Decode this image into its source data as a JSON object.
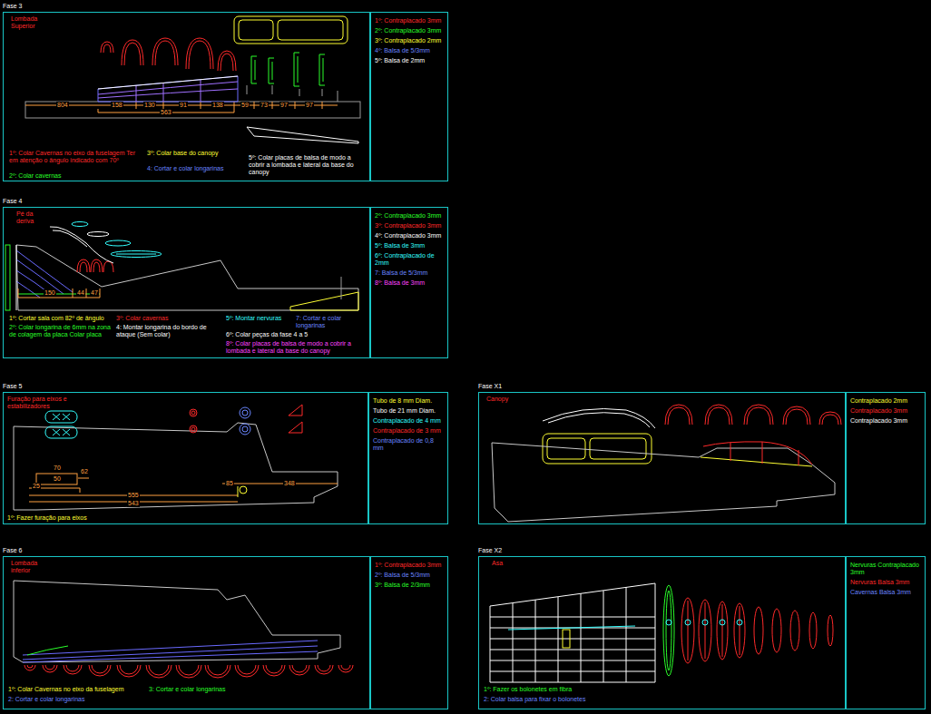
{
  "diagram": {
    "nodes": [
      {
        "text": [
          "Fase 3",
          "Lombada Superior",
          "1º: Colar Cavernas no eixo da fuselagem Ter em atenção o ângulo indicado com 70º",
          "2º: Colar cavernas",
          "3º: Colar base do canopy",
          "4: Cortar e colar longarinas",
          "5º: Colar placas de balsa de modo a cobrir a lombada e lateral da base do canopy"
        ]
      },
      {
        "text": [
          "1º: Contraplacado 3mm",
          "2º: Contraplacado 3mm",
          "3º: Contraplacado 2mm",
          "4º: Balsa de 5/3mm",
          "5º: Balsa de 2mm"
        ]
      },
      {
        "text": [
          "Fase 4",
          "Pé da deriva",
          "1º: Cortar sala com 82º de ângulo",
          "2º: Colar longarina de 6mm na zona de colagem da placa Colar placa",
          "3º: Colar cavernas",
          "4: Montar longarina do bordo de ataque (Sem colar)",
          "5º: Montar nervuras",
          "6º: Colar peças da fase 4 a 5",
          "7: Cortar e colar longarinas",
          "8º: Colar placas de balsa de modo a cobrir a lombada e lateral da base do canopy"
        ]
      },
      {
        "text": [
          "2º: Contraplacado 3mm",
          "3º: Contraplacado 3mm",
          "4º: Contraplacado 3mm",
          "5º: Balsa de 3mm",
          "6º: Contraplacado de 2mm",
          "7: Balsa de 5/3mm",
          "8º: Balsa de 3mm"
        ]
      },
      {
        "text": [
          "Fase 5",
          "Furação para eixos e estabilizadores",
          "1º: Fazer furação para eixos"
        ]
      },
      {
        "text": [
          "Tubo de 8 mm Diam.",
          "Tubo de 21 mm Diam.",
          "Contraplacado de 4 mm",
          "Contraplacado de 3 mm",
          "Contraplacado de 0,8 mm"
        ]
      },
      {
        "text": [
          "Fase 6",
          "Lombada inferior",
          "1º: Colar Cavernas no eixo da fuselagem",
          "3: Cortar e colar longarinas",
          "2: Cortar e colar longarinas"
        ]
      },
      {
        "text": [
          "1º: Contraplacado 3mm",
          "2º: Balsa de 5/3mm",
          "3º: Balsa de 2/3mm"
        ]
      },
      {
        "text": [
          "Fase X1",
          "Canopy"
        ]
      },
      {
        "text": [
          "Contraplacado 2mm",
          "Contraplacado 3mm",
          "Contraplacado 3mm"
        ]
      },
      {
        "text": [
          "Fase X2",
          "Asa",
          "1º: Fazer os bolonetes em fibra",
          "2: Colar balsa para fixar o bolonetes"
        ]
      },
      {
        "text": [
          "Nervuras Contraplacado 3mm",
          "Nervuras Balsa 3mm",
          "Cavernas Balsa 3mm"
        ]
      }
    ],
    "labels": [
      "804",
      "158",
      "130",
      "91",
      "138",
      "59",
      "73",
      "97",
      "97",
      "563",
      "150",
      "44",
      "47",
      "70",
      "62",
      "50",
      "25",
      "555",
      "543",
      "85",
      "348"
    ]
  }
}
